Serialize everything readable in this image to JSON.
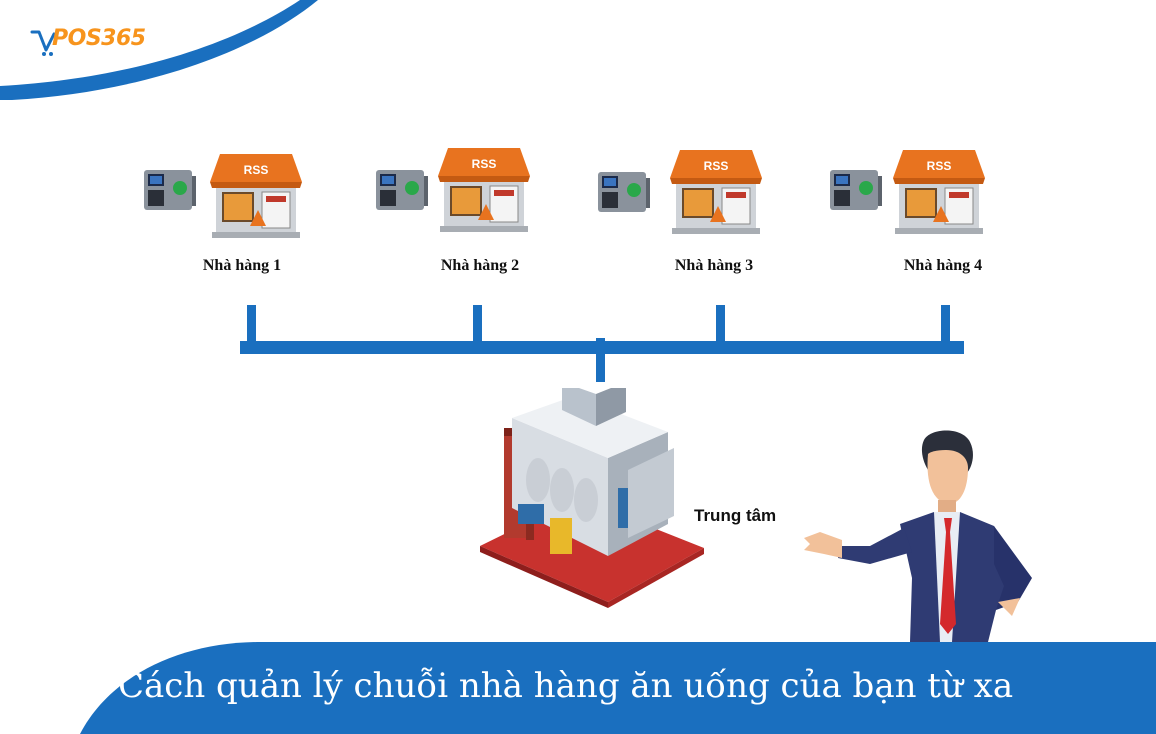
{
  "brand": {
    "logo_text": "POS365"
  },
  "stores": [
    {
      "label": "Nhà hàng 1",
      "sign": "RSS"
    },
    {
      "label": "Nhà hàng 2",
      "sign": "RSS"
    },
    {
      "label": "Nhà hàng 3",
      "sign": "RSS"
    },
    {
      "label": "Nhà hàng 4",
      "sign": "RSS"
    }
  ],
  "center": {
    "label": "Trung tâm"
  },
  "banner": {
    "title": "Cách quản lý chuỗi nhà hàng ăn uống của bạn từ xa"
  },
  "colors": {
    "primary_blue": "#1a6fbf",
    "roof_orange": "#e8731f",
    "logo_orange": "#f7941d",
    "factory_red": "#c8322e"
  }
}
